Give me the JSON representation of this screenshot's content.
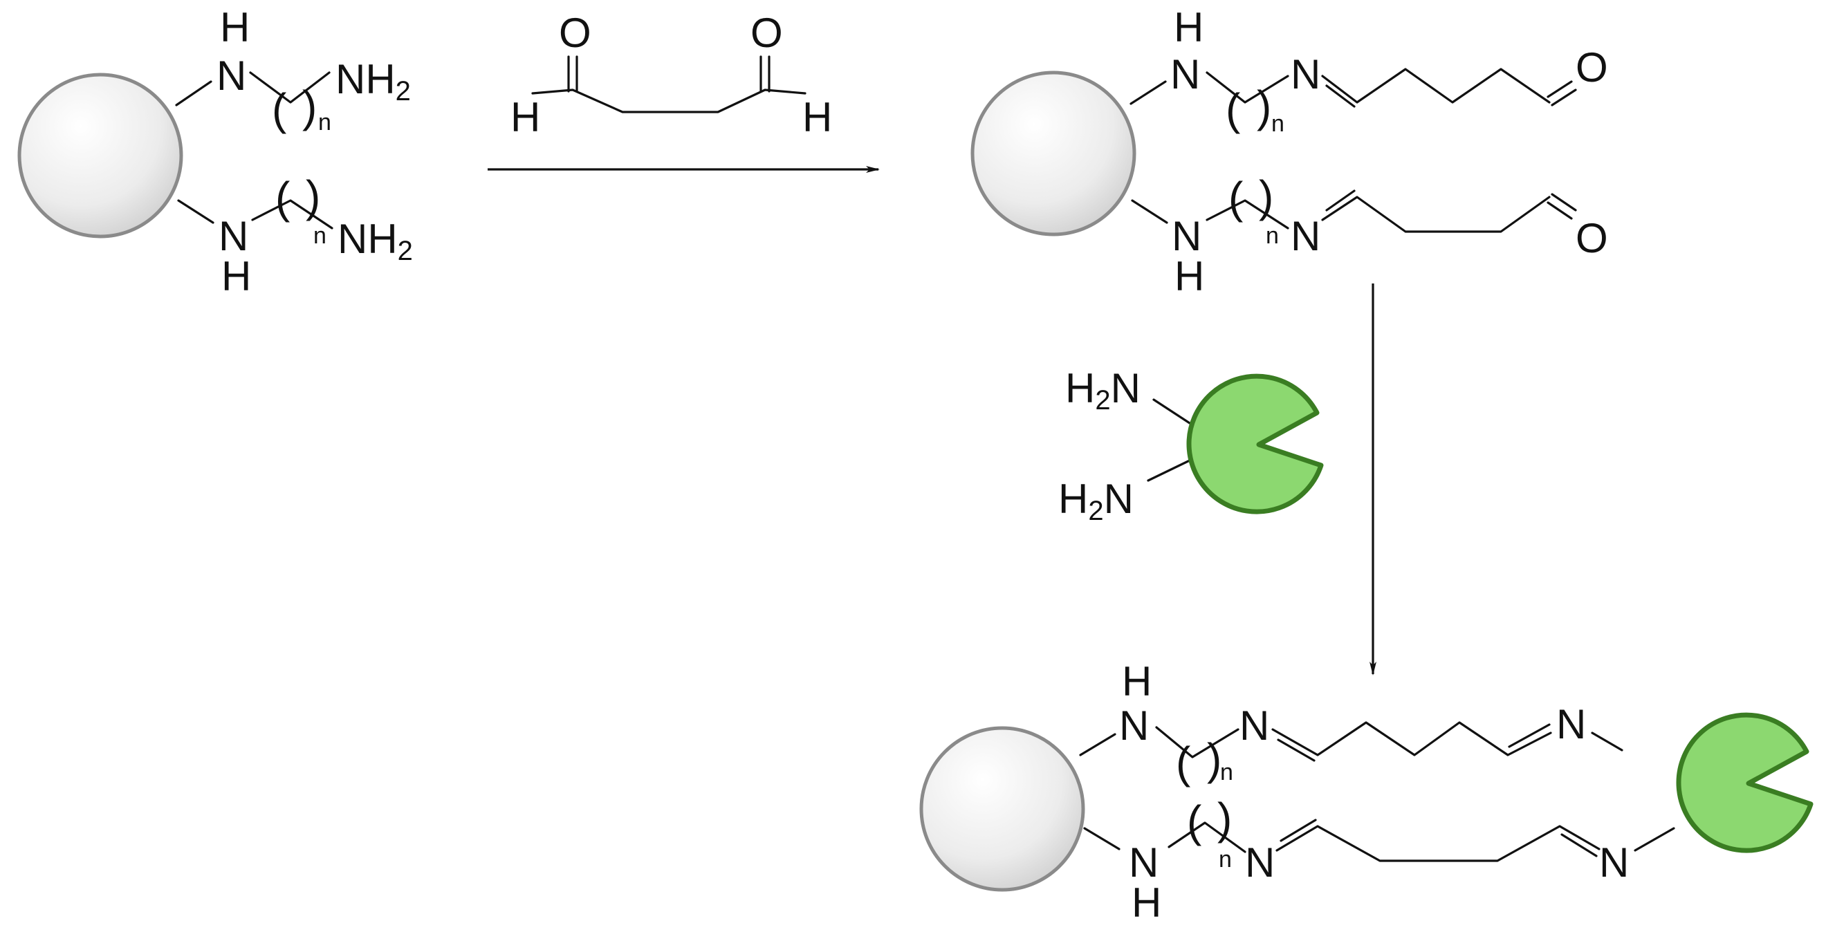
{
  "labels": {
    "nh": "N",
    "h": "H",
    "nh2": "NH",
    "h2n": "H",
    "h2n_n": "N",
    "sub_two": "2",
    "n_atom": "N",
    "o_atom": "O",
    "subscript_n": "n",
    "paren_open": "(",
    "paren_close": ")"
  },
  "colors": {
    "bead_fill": "#e6e6e6",
    "bead_stroke": "#8a8a8a",
    "enzyme_fill": "#8cd870",
    "enzyme_stroke": "#3a7d22",
    "line": "#111111"
  }
}
